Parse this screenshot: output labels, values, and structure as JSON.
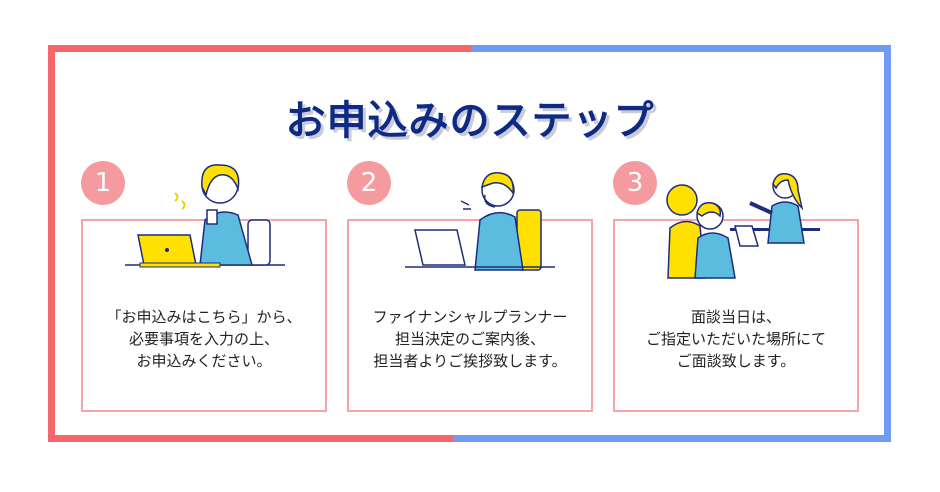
{
  "title": "お申込みのステップ",
  "colors": {
    "red": "#f4666c",
    "blue": "#6f9bf4",
    "navy": "#0e2a84",
    "pink": "#f59a9f"
  },
  "steps": [
    {
      "number": "1",
      "lines": [
        "「お申込みはこちら」から、",
        "必要事項を入力の上、",
        "お申込みください。"
      ]
    },
    {
      "number": "2",
      "lines": [
        "ファイナンシャルプランナー",
        "担当決定のご案内後、",
        "担当者よりご挨拶致します。"
      ]
    },
    {
      "number": "3",
      "lines": [
        "面談当日は、",
        "ご指定いただいた場所にて",
        "ご面談致します。"
      ]
    }
  ]
}
